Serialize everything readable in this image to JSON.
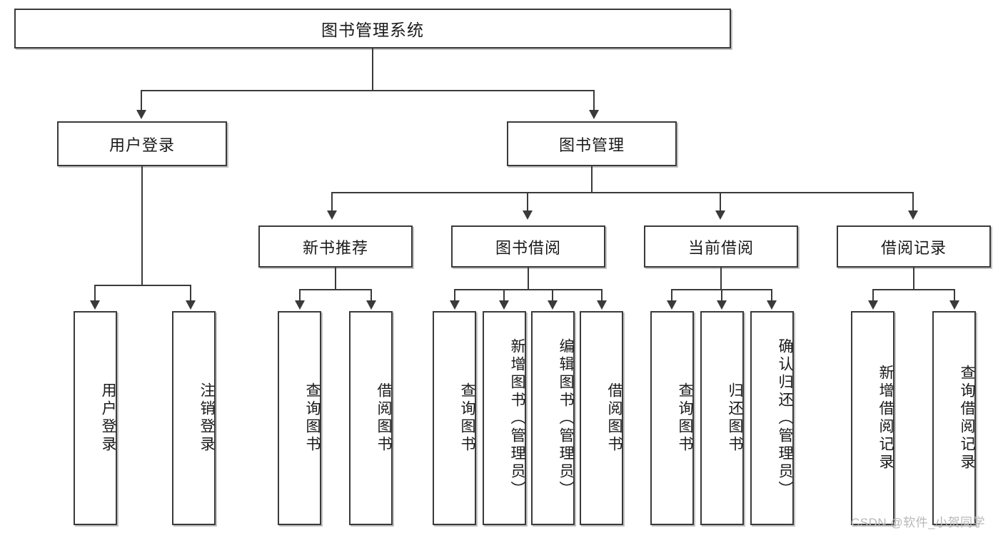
{
  "diagram": {
    "title": "图书管理系统",
    "type": "tree-hierarchy-chart",
    "orientation": "top-down"
  },
  "root": {
    "label": "图书管理系统"
  },
  "level2": [
    {
      "label": "用户登录"
    },
    {
      "label": "图书管理"
    }
  ],
  "level3": [
    {
      "label": "新书推荐"
    },
    {
      "label": "图书借阅"
    },
    {
      "label": "当前借阅"
    },
    {
      "label": "借阅记录"
    }
  ],
  "leaves": {
    "user_login": [
      {
        "label": "用户登录"
      },
      {
        "label": "注销登录"
      }
    ],
    "new_book_recommend": [
      {
        "label": "查询图书"
      },
      {
        "label": "借阅图书"
      }
    ],
    "book_borrow": [
      {
        "label": "查询图书"
      },
      {
        "label": "新增图书（管理员）"
      },
      {
        "label": "编辑图书（管理员）"
      },
      {
        "label": "借阅图书"
      }
    ],
    "current_borrow": [
      {
        "label": "查询图书"
      },
      {
        "label": "归还图书"
      },
      {
        "label": "确认归还（管理员）"
      }
    ],
    "borrow_record": [
      {
        "label": "新增借阅记录"
      },
      {
        "label": "查询借阅记录"
      }
    ]
  },
  "watermark": {
    "text": "CSDN @软件_小贺同学"
  },
  "colors": {
    "stroke": "#3a3a3a",
    "fill": "#ffffff",
    "text": "#1a1a1a",
    "watermark": "#b8b8b8"
  }
}
